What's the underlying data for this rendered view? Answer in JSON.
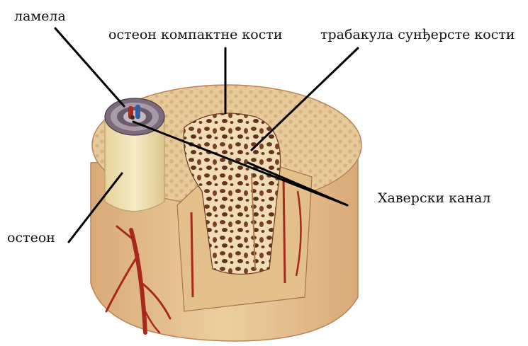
{
  "labels": {
    "lamella": "ламела",
    "osteon_compact": "остеон компактне кости",
    "trabecula_spongy": "трабакула сунђерсте кости",
    "haversian_canal": "Хаверски канал",
    "osteon": "остеон"
  },
  "colors": {
    "bone_outer": "#e8c99a",
    "bone_cut": "#e3bf8a",
    "spongy_bg": "#f0dcb6",
    "spongy_cavity": "#6b3a22",
    "vessel_red": "#a8281c",
    "vessel_blue": "#2b5fa8",
    "osteon_cylinder": "#f1e3b4",
    "leader_line": "#000000"
  }
}
